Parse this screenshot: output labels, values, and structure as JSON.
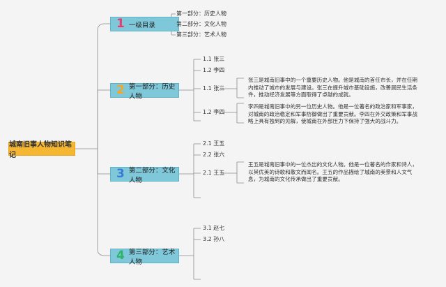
{
  "root": {
    "label": "城南旧事人物知识笔记"
  },
  "branches": [
    {
      "num": "1",
      "num_color": "#e63b6f",
      "label": "一级目录",
      "leaves": [
        "第一部分：历史人物",
        "第二部分：文化人物",
        "第三部分：艺术人物"
      ]
    },
    {
      "num": "2",
      "num_color": "#f5a623",
      "label": "第一部分：历史人物",
      "leaves": [
        "1.1 张三",
        "1.2 李四",
        "1.1 张三",
        "1.2 李四"
      ],
      "descs": [
        "张三是城南旧事中的一个重要历史人物。他是城南的首任市长，并在任期内推动了城市的发展与建设。张三在提升城市基础设施，改善居民生活条件，推动经济发展等方面取得了卓越的成就。",
        "李四是城南旧事中的另一位历史人物。他是一位著名的政治家和军事家，对城南的政治稳定和军事防御做出了重要贡献。李四在外交政策和军事战略上具有独到的见解，使城南在外部压力下保持了强大的战斗力。"
      ]
    },
    {
      "num": "3",
      "num_color": "#3a7bd5",
      "label": "第二部分：文化人物",
      "leaves": [
        "2.1 王五",
        "2.2 张六",
        "2.1 王五"
      ],
      "descs": [
        "王五是城南旧事中的一位杰出的文化人物。他是一位著名的作家和诗人，以其优美的诗歌和散文而闻名。王五的作品描绘了城南的美景和人文气息，为城南的文化传承做出了重要贡献。"
      ]
    },
    {
      "num": "4",
      "num_color": "#2fb36b",
      "label": "第三部分：艺术人物",
      "leaves": [
        "3.1 赵七",
        "3.2 孙八"
      ]
    }
  ]
}
